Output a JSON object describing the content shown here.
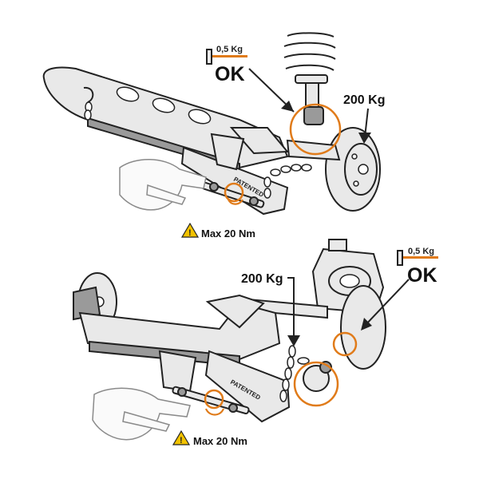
{
  "accent_color": "#e07b1a",
  "warning_color": "#f2c200",
  "top_panel": {
    "gauge_weight": "0,5 Kg",
    "gauge_status": "OK",
    "load_label": "200 Kg",
    "torque_label": "Max 20 Nm",
    "tool_marking": "PATENTED"
  },
  "bottom_panel": {
    "gauge_weight": "0,5 Kg",
    "gauge_status": "OK",
    "load_label": "200 Kg",
    "torque_label": "Max 20 Nm",
    "tool_marking": "PATENTED"
  },
  "icons": [
    "warning-icon",
    "gauge-icon",
    "down-arrow-icon",
    "rotation-arrow-icon",
    "chain-icon",
    "hand-icon"
  ]
}
